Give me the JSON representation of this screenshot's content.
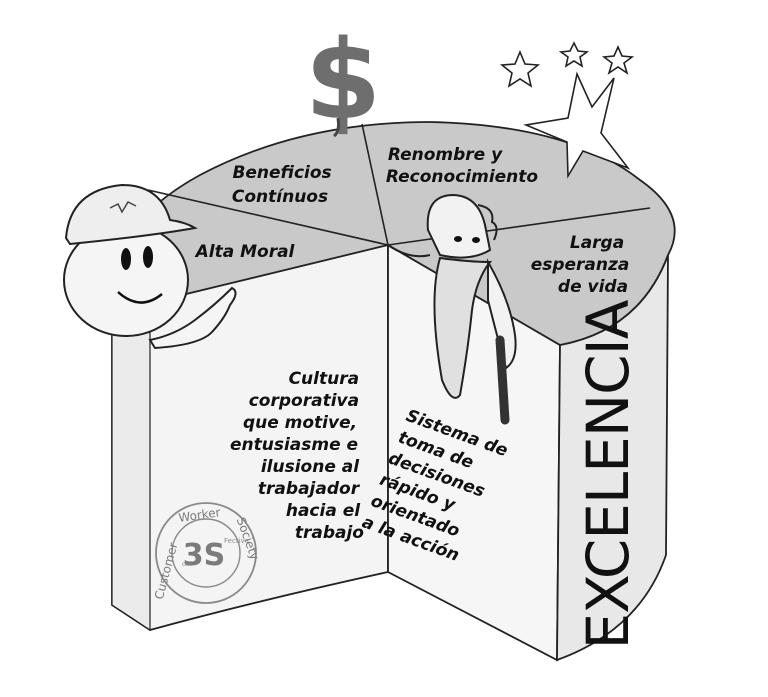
{
  "top_segments": {
    "beneficios": [
      "Beneficios",
      "Contínuos"
    ],
    "renombre": [
      "Renombre y",
      "Reconocimiento"
    ],
    "alta_moral": [
      "Alta Moral"
    ],
    "larga": [
      "Larga",
      "esperanza",
      "de vida"
    ]
  },
  "symbols": {
    "dollar": "$"
  },
  "front_left": [
    "Cultura",
    "corporativa",
    "que motive,",
    "entusiasme e",
    "ilusione al",
    "trabajador",
    "hacia el",
    "trabajo"
  ],
  "front_right": [
    "Sistema de",
    "toma de",
    "decisiones",
    "rápido y",
    "orientado",
    "a la acción"
  ],
  "side": {
    "excelencia": "EXCELENCIA"
  },
  "seal": {
    "center": "3S",
    "top": "Worker",
    "right": "Society",
    "left": "Customer",
    "small": "Fectiva",
    "tiny": "cali"
  },
  "colors": {
    "top_fill": "#c8c8c8",
    "body_fill": "#f2f2f2",
    "side_fill": "#e6e6e6",
    "line": "#222222",
    "dollar": "#6e6e6e"
  }
}
